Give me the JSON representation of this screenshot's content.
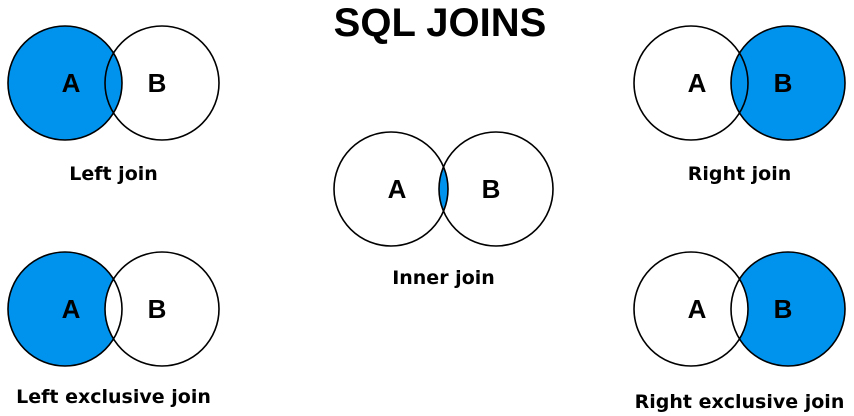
{
  "title": "SQL JOINS",
  "fill_color": "#0093EE",
  "diagrams": [
    {
      "id": "left-join",
      "left_label": "A",
      "right_label": "B",
      "caption": "Left join",
      "shaded": "left-full"
    },
    {
      "id": "right-join",
      "left_label": "A",
      "right_label": "B",
      "caption": "Right join",
      "shaded": "right-full"
    },
    {
      "id": "inner-join",
      "left_label": "A",
      "right_label": "B",
      "caption": "Inner join",
      "shaded": "intersection"
    },
    {
      "id": "left-exclusive-join",
      "left_label": "A",
      "right_label": "B",
      "caption": "Left exclusive join",
      "shaded": "left-only"
    },
    {
      "id": "right-exclusive-join",
      "left_label": "A",
      "right_label": "B",
      "caption": "Right exclusive join",
      "shaded": "right-only"
    }
  ]
}
